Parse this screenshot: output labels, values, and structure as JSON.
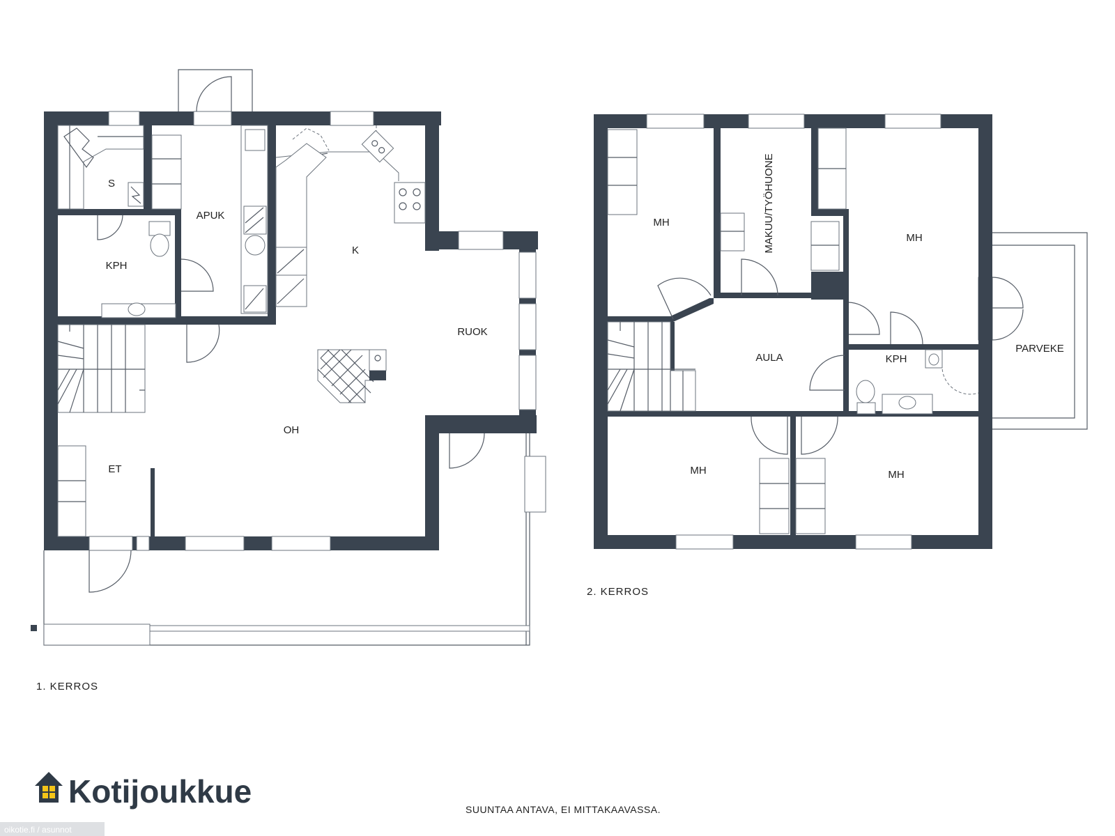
{
  "floor1": {
    "label": "1. KERROS",
    "rooms": {
      "s": "S",
      "apuk": "APUK",
      "kph": "KPH",
      "k": "K",
      "ruok": "RUOK",
      "oh": "OH",
      "et": "ET"
    }
  },
  "floor2": {
    "label": "2. KERROS",
    "rooms": {
      "mh_top_left": "MH",
      "makuu": "MAKUU/TYÖHUONE",
      "mh_top_right": "MH",
      "aula": "AULA",
      "kph": "KPH",
      "parveke": "PARVEKE",
      "mh_bottom_left": "MH",
      "mh_bottom_right": "MH"
    }
  },
  "logo": {
    "text": "Kotijoukkue",
    "icon": "house-icon",
    "color": "#2f3a46",
    "window_color": "#f5c518"
  },
  "watermark": "oikotie.fi / asunnot",
  "disclaimer": "SUUNTAA ANTAVA, EI MITTAKAAVASSA.",
  "colors": {
    "wall": "#3a4450"
  }
}
